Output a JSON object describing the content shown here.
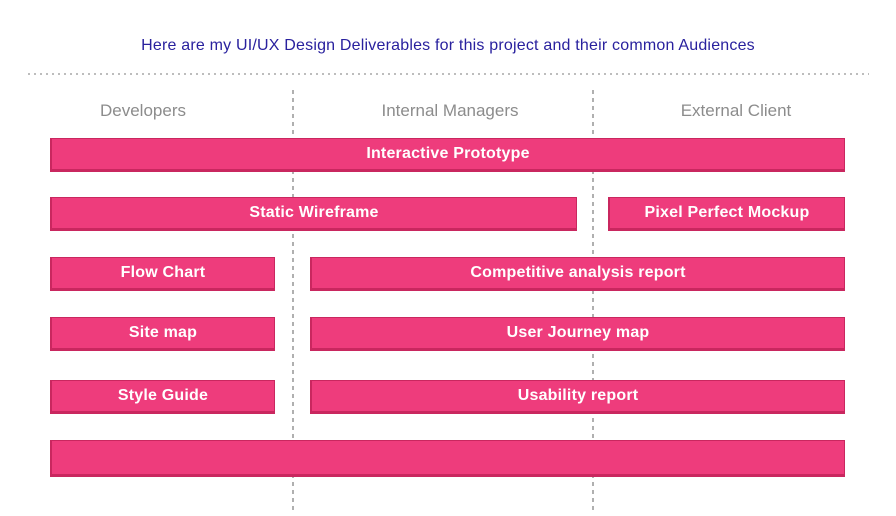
{
  "title": "Here are my UI/UX Design Deliverables for this project and their common Audiences",
  "columns": {
    "developers": {
      "label": "Developers"
    },
    "internal_managers": {
      "label": "Internal Managers"
    },
    "external_client": {
      "label": "External Client"
    }
  },
  "deliverables": {
    "interactive_prototype": {
      "label": "Interactive Prototype",
      "audience_span": [
        "Developers",
        "Internal Managers",
        "External Client"
      ]
    },
    "static_wireframe": {
      "label": "Static Wireframe",
      "audience_span": [
        "Developers",
        "Internal Managers"
      ]
    },
    "pixel_perfect_mockup": {
      "label": "Pixel Perfect Mockup",
      "audience_span": [
        "External Client"
      ]
    },
    "flow_chart": {
      "label": "Flow Chart",
      "audience_span": [
        "Developers"
      ]
    },
    "competitive_analysis_report": {
      "label": "Competitive analysis report",
      "audience_span": [
        "Internal Managers",
        "External Client"
      ]
    },
    "site_map": {
      "label": "Site map",
      "audience_span": [
        "Developers"
      ]
    },
    "user_journey_map": {
      "label": "User Journey map",
      "audience_span": [
        "Internal Managers",
        "External Client"
      ]
    },
    "style_guide": {
      "label": "Style Guide",
      "audience_span": [
        "Developers"
      ]
    },
    "usability_report": {
      "label": "Usability report",
      "audience_span": [
        "Internal Managers",
        "External Client"
      ]
    },
    "unlabeled_bar": {
      "label": "",
      "audience_span": [
        "Developers",
        "Internal Managers",
        "External Client"
      ]
    }
  },
  "colors": {
    "bar_fill": "#EE3C7C",
    "bar_edge": "#C9275F",
    "title_text": "#29219E",
    "column_header_text": "#8C8C8C",
    "divider": "#BDBDBD",
    "bar_text": "#FFFFFF"
  }
}
